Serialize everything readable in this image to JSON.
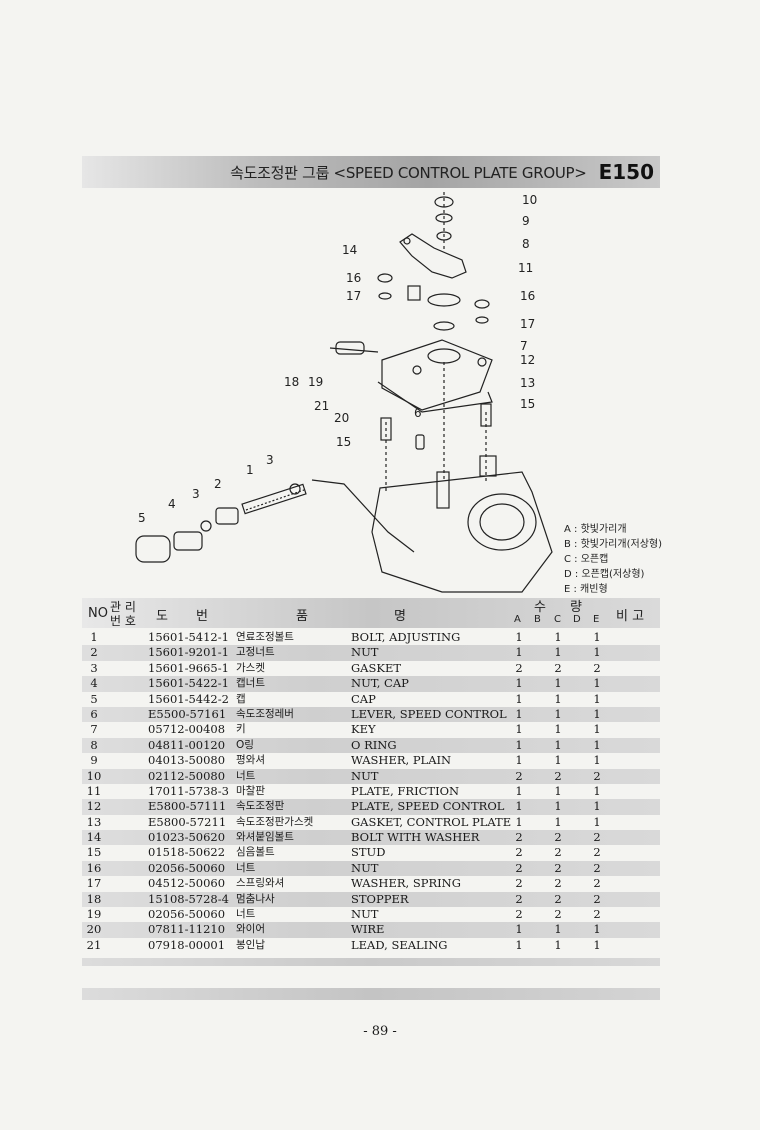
{
  "header": {
    "title": "속도조정판 그룹 <SPEED CONTROL PLATE GROUP>",
    "code": "E150"
  },
  "diagram": {
    "callouts": [
      "1",
      "2",
      "3",
      "3",
      "4",
      "5",
      "6",
      "7",
      "8",
      "9",
      "10",
      "11",
      "12",
      "13",
      "14",
      "15",
      "15",
      "16",
      "16",
      "17",
      "17",
      "18",
      "19",
      "20",
      "21"
    ]
  },
  "legend": [
    "A : 핫빛가리개",
    "B : 핫빛가리개(저상형)",
    "C : 오픈캡",
    "D : 오픈캡(저상형)",
    "E : 캐빈형"
  ],
  "table": {
    "headers": {
      "no": "NO",
      "mgmt": "관 리",
      "mgmt2": "번 호",
      "draw": "도",
      "num": "번",
      "product": "품",
      "name": "명",
      "qty1": "수",
      "qty2": "량",
      "a": "A",
      "b": "B",
      "c": "C",
      "d": "D",
      "e": "E",
      "remark": "비 고"
    },
    "rows": [
      {
        "no": "1",
        "part": "15601-5412-1",
        "kor": "연료조정볼트",
        "eng": "BOLT, ADJUSTING",
        "a": "1",
        "c": "1",
        "e": "1"
      },
      {
        "no": "2",
        "part": "15601-9201-1",
        "kor": "고정너트",
        "eng": "NUT",
        "a": "1",
        "c": "1",
        "e": "1"
      },
      {
        "no": "3",
        "part": "15601-9665-1",
        "kor": "가스켓",
        "eng": "GASKET",
        "a": "2",
        "c": "2",
        "e": "2"
      },
      {
        "no": "4",
        "part": "15601-5422-1",
        "kor": "캡너트",
        "eng": "NUT, CAP",
        "a": "1",
        "c": "1",
        "e": "1"
      },
      {
        "no": "5",
        "part": "15601-5442-2",
        "kor": "캡",
        "eng": "CAP",
        "a": "1",
        "c": "1",
        "e": "1"
      },
      {
        "no": "6",
        "part": "E5500-57161",
        "kor": "속도조정레버",
        "eng": "LEVER, SPEED CONTROL",
        "a": "1",
        "c": "1",
        "e": "1"
      },
      {
        "no": "7",
        "part": "05712-00408",
        "kor": "키",
        "eng": "KEY",
        "a": "1",
        "c": "1",
        "e": "1"
      },
      {
        "no": "8",
        "part": "04811-00120",
        "kor": "O링",
        "eng": "O RING",
        "a": "1",
        "c": "1",
        "e": "1"
      },
      {
        "no": "9",
        "part": "04013-50080",
        "kor": "평와셔",
        "eng": "WASHER, PLAIN",
        "a": "1",
        "c": "1",
        "e": "1"
      },
      {
        "no": "10",
        "part": "02112-50080",
        "kor": "너트",
        "eng": "NUT",
        "a": "2",
        "c": "2",
        "e": "2"
      },
      {
        "no": "11",
        "part": "17011-5738-3",
        "kor": "마찰판",
        "eng": "PLATE, FRICTION",
        "a": "1",
        "c": "1",
        "e": "1"
      },
      {
        "no": "12",
        "part": "E5800-57111",
        "kor": "속도조정판",
        "eng": "PLATE, SPEED CONTROL",
        "a": "1",
        "c": "1",
        "e": "1"
      },
      {
        "no": "13",
        "part": "E5800-57211",
        "kor": "속도조정판가스켓",
        "eng": "GASKET, CONTROL PLATE",
        "a": "1",
        "c": "1",
        "e": "1"
      },
      {
        "no": "14",
        "part": "01023-50620",
        "kor": "와셔붙임볼트",
        "eng": "BOLT WITH WASHER",
        "a": "2",
        "c": "2",
        "e": "2"
      },
      {
        "no": "15",
        "part": "01518-50622",
        "kor": "심음볼트",
        "eng": "STUD",
        "a": "2",
        "c": "2",
        "e": "2"
      },
      {
        "no": "16",
        "part": "02056-50060",
        "kor": "너트",
        "eng": "NUT",
        "a": "2",
        "c": "2",
        "e": "2"
      },
      {
        "no": "17",
        "part": "04512-50060",
        "kor": "스프링와셔",
        "eng": "WASHER, SPRING",
        "a": "2",
        "c": "2",
        "e": "2"
      },
      {
        "no": "18",
        "part": "15108-5728-4",
        "kor": "멈춤나사",
        "eng": "STOPPER",
        "a": "2",
        "c": "2",
        "e": "2"
      },
      {
        "no": "19",
        "part": "02056-50060",
        "kor": "너트",
        "eng": "NUT",
        "a": "2",
        "c": "2",
        "e": "2"
      },
      {
        "no": "20",
        "part": "07811-11210",
        "kor": "와이어",
        "eng": "WIRE",
        "a": "1",
        "c": "1",
        "e": "1"
      },
      {
        "no": "21",
        "part": "07918-00001",
        "kor": "봉인납",
        "eng": "LEAD, SEALING",
        "a": "1",
        "c": "1",
        "e": "1"
      }
    ]
  },
  "footer": {
    "page": "- 89 -"
  }
}
